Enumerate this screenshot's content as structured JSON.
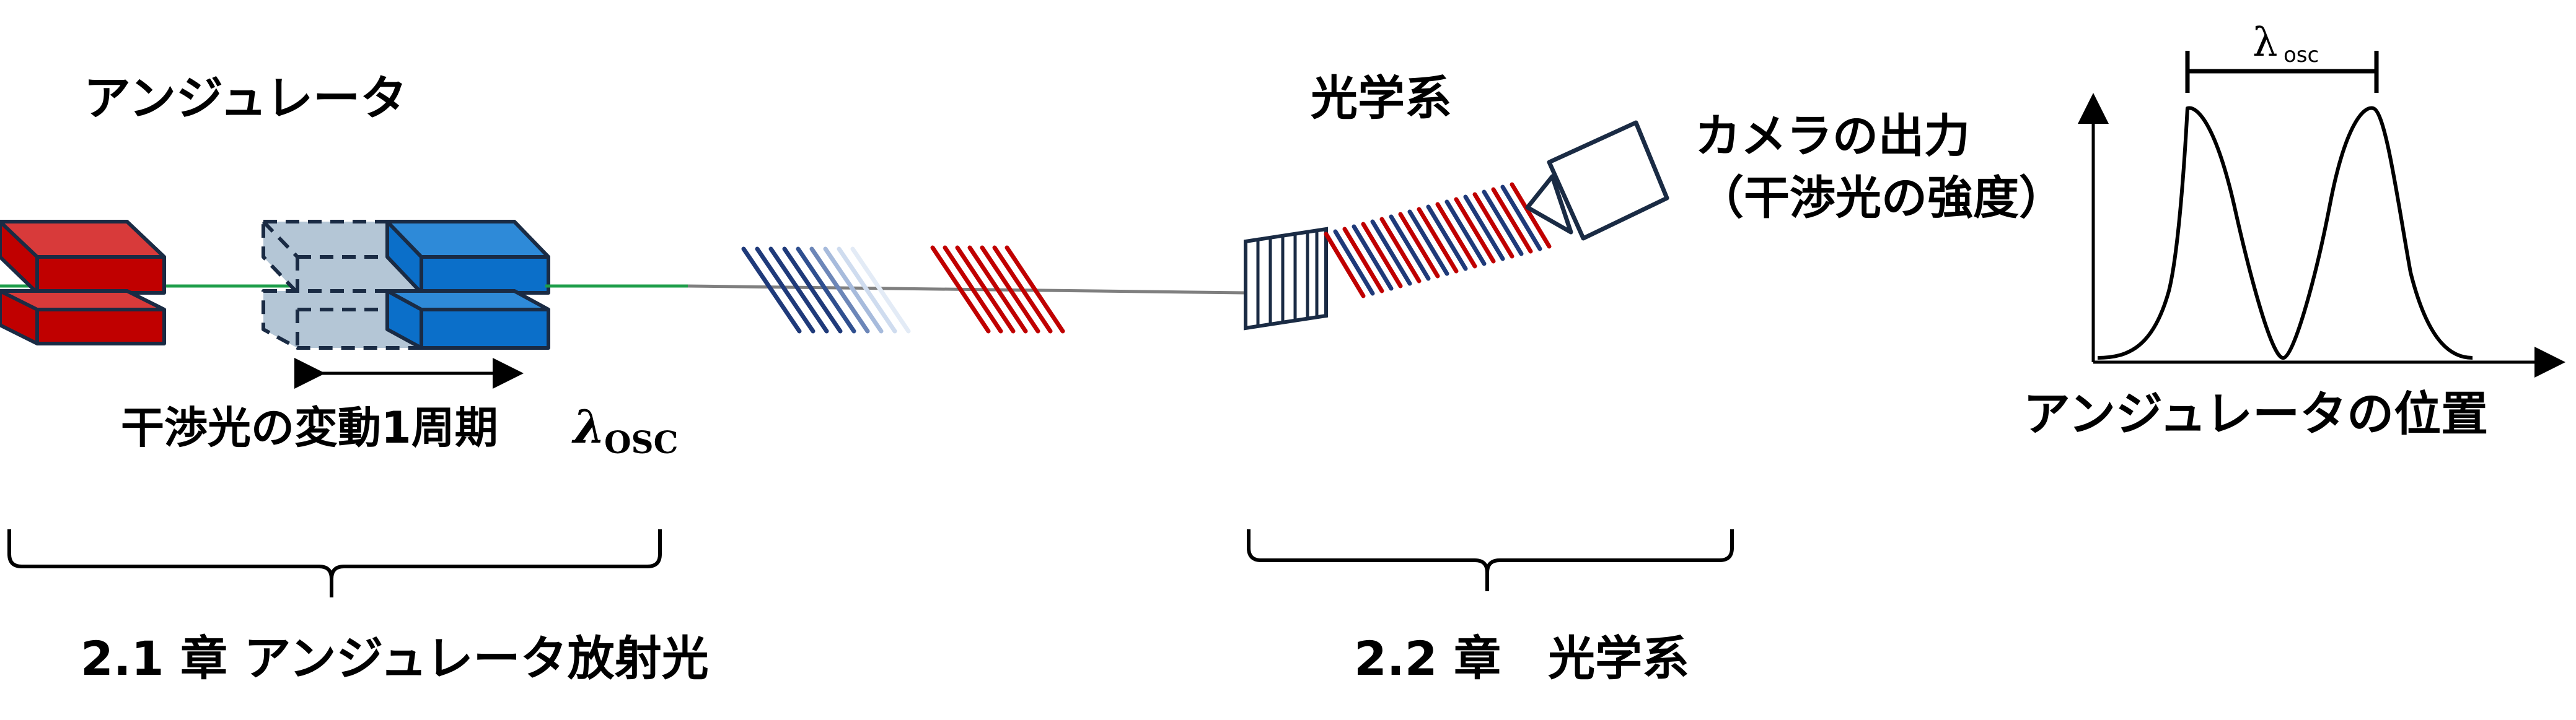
{
  "labels": {
    "undulator_title": "アンジュレータ",
    "oscillation_text": "干渉光の変動1周期",
    "lambda_symbol": "λ",
    "osc_subscript": "OSC",
    "optics_title": "光学系",
    "camera_output_line1": "カメラの出力",
    "camera_output_line2": "（干渉光の強度）",
    "plot_lambda_symbol": "λ",
    "plot_osc_subscript": "osc",
    "plot_xlabel": "アンジュレータの位置",
    "chapter_21": "2.1 章 アンジュレータ放射光",
    "chapter_22": "2.2 章　光学系"
  },
  "colors": {
    "magnet_red": "#c00000",
    "magnet_red_top": "#d83a3a",
    "magnet_blue": "#0b6fc9",
    "magnet_blue_top": "#2e8ad8",
    "ghost_fill": "#b4c6d6",
    "outline": "#1a2b44",
    "beam_green": "#1e9e4a",
    "beam_gray": "#7f7f7f",
    "pulse_navy": "#1f3a7a",
    "pulse_red": "#c00000",
    "text": "#000000"
  }
}
